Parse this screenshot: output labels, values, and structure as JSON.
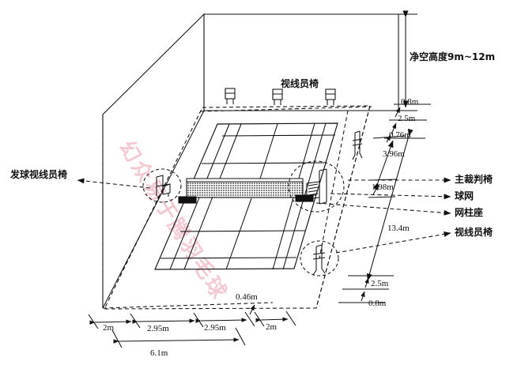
{
  "diagram": {
    "title": "badminton-court-dimension-diagram",
    "watermark": "幻众易于腾羽毛球",
    "colors": {
      "line": "#111111",
      "net": "#555555",
      "watermark": "#f0b9c4",
      "background": "#ffffff"
    }
  },
  "labels": {
    "clear_height": "净空高度9m~12m",
    "line_judge_chair_top": "视线员椅",
    "serve_line_judge_chair": "发球视线员椅",
    "umpire_chair": "主裁判椅",
    "net": "球网",
    "net_post_base": "网柱座",
    "line_judge_chair_right": "视线员椅"
  },
  "dimensions": {
    "right_stack": [
      {
        "id": "h-0-8",
        "value": "0.8m"
      },
      {
        "id": "h-2-5",
        "value": "2.5m"
      },
      {
        "id": "h-0-76",
        "value": "0.76m"
      },
      {
        "id": "d-3-96",
        "value": "3.96m"
      },
      {
        "id": "d-1-98",
        "value": "1.98m"
      },
      {
        "id": "d-13-4",
        "value": "13.4m"
      },
      {
        "id": "h-2-5-b",
        "value": "2.5m"
      },
      {
        "id": "h-0-8-b",
        "value": "0.8m"
      }
    ],
    "bottom_chain": [
      {
        "id": "w-2a",
        "value": "2m"
      },
      {
        "id": "w-295a",
        "value": "2.95m"
      },
      {
        "id": "w-295b",
        "value": "2.95m"
      },
      {
        "id": "w-2b",
        "value": "2m"
      }
    ],
    "bottom_total": "6.1m",
    "net_gap": "0.46m"
  },
  "icons": {
    "line_judge_chairs_back": [
      "chair-icon",
      "chair-icon",
      "chair-icon"
    ],
    "serve_chair": "chair-icon",
    "umpire_tall_chair": "tall-umpire-chair-icon",
    "right_line_judge_chair": "tall-chair-icon",
    "bottom_line_judge_chair": "tall-chair-icon"
  }
}
